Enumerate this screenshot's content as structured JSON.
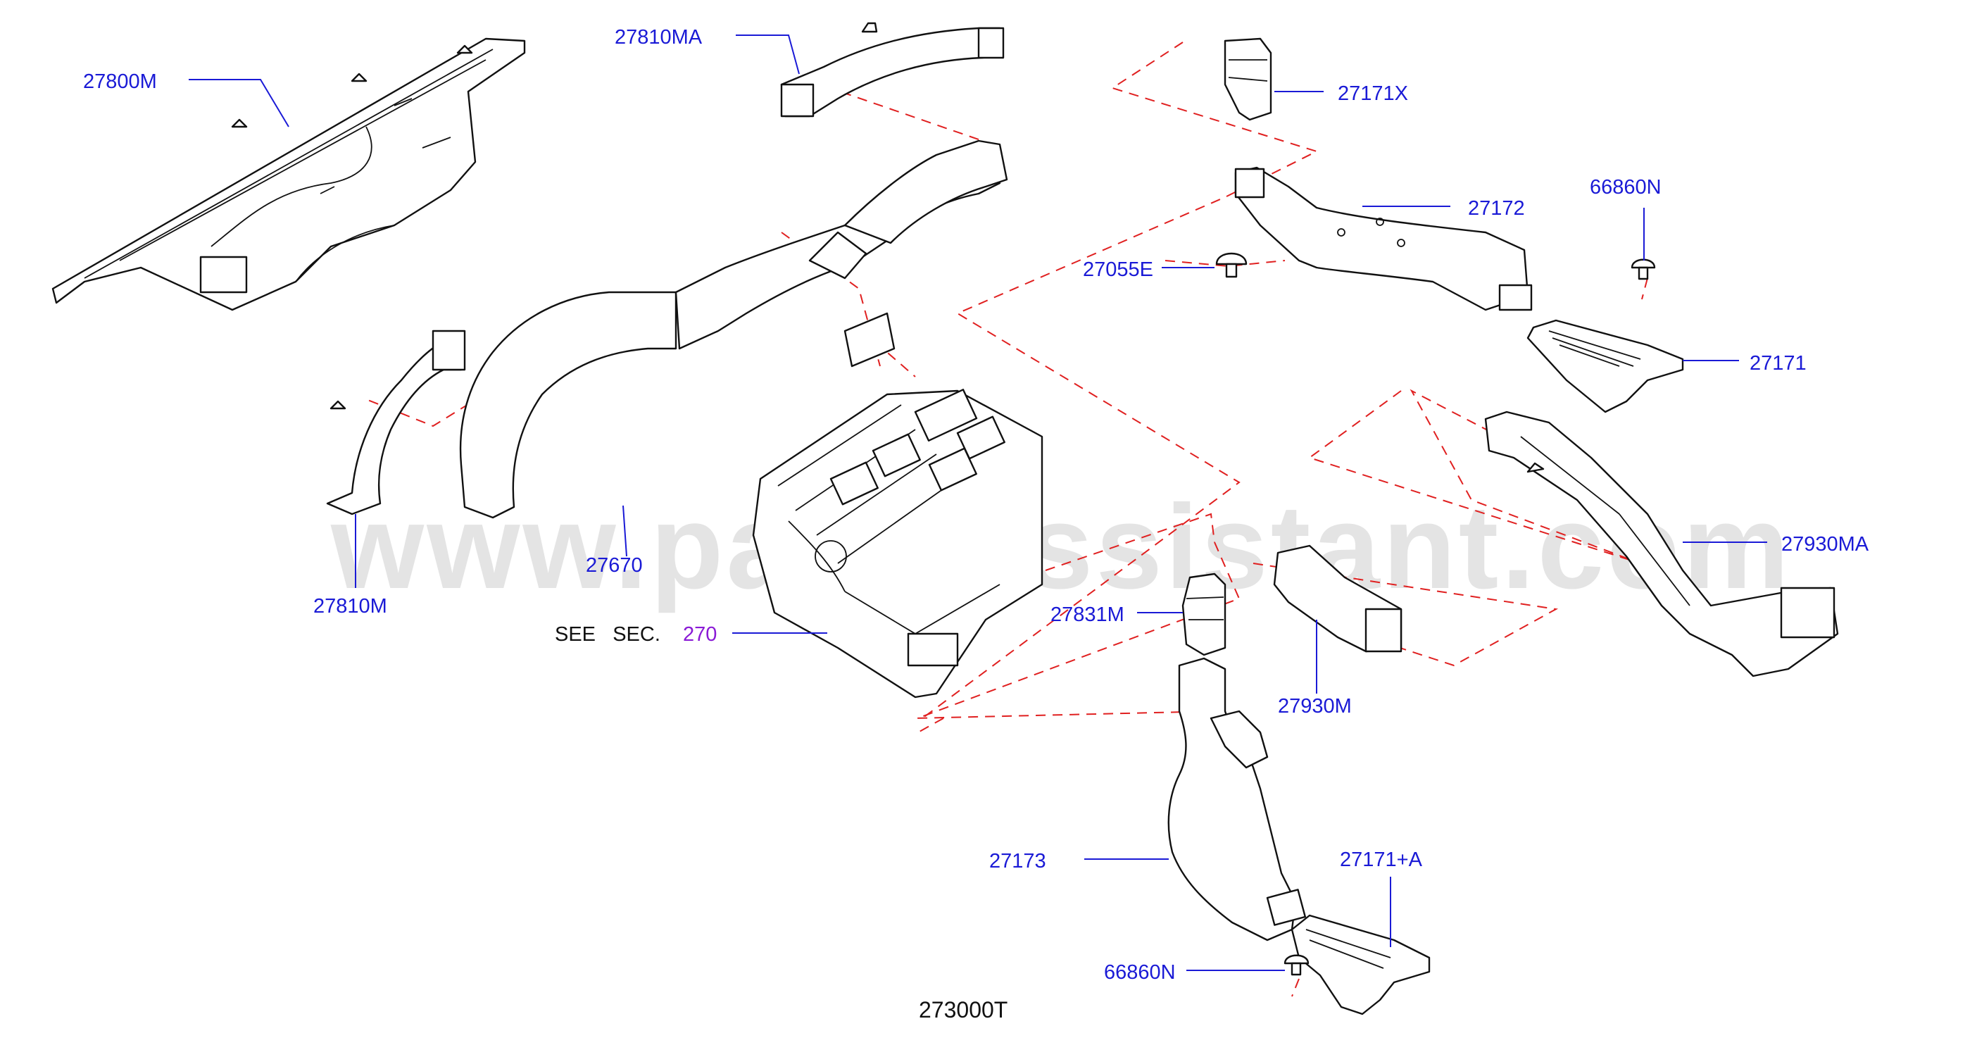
{
  "diagram": {
    "watermark": "www.partsassistant.com",
    "diagram_code": "273000T",
    "see_section": {
      "prefix": "SEE   SEC.",
      "number": "270"
    },
    "parts": {
      "p27800M": "27800M",
      "p27810MA": "27810MA",
      "p27171X": "27171X",
      "p27172": "27172",
      "p66860N_top": "66860N",
      "p27055E": "27055E",
      "p27171": "27171",
      "p27810M": "27810M",
      "p27670": "27670",
      "p27930MA": "27930MA",
      "p27831M": "27831M",
      "p27930M": "27930M",
      "p27173": "27173",
      "p27171A": "27171+A",
      "p66860N_bottom": "66860N"
    },
    "colors": {
      "label": "#1a1ad6",
      "see_section_number": "#8a1ad6",
      "dashed_guides": "#e02020",
      "line_art": "#111111"
    }
  }
}
